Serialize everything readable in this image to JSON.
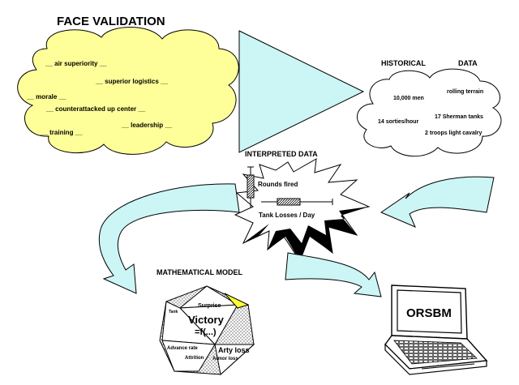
{
  "face_validation": {
    "title": "FACE  VALIDATION",
    "cloud_items": [
      "__ air superiority __",
      "__ superior logistics __",
      "__ morale __",
      "__ counterattacked up center __",
      "__ leadership __",
      "__ training __"
    ]
  },
  "historical_data": {
    "title_left": "HISTORICAL",
    "title_right": "DATA",
    "items": [
      "rolling terrain",
      "10,000 men",
      "14 sorties/hour",
      "17 Sherman tanks",
      "2 troops light cavalry"
    ]
  },
  "interpreted_data": {
    "title": "INTERPRETED   DATA",
    "labels": [
      "Rounds fired",
      "Tank Losses / Day"
    ]
  },
  "mathematical_model": {
    "title": "MATHEMATICAL MODEL",
    "formula_top": "Victory",
    "formula_bottom": "=f(...)",
    "facets": [
      "Surprise",
      "Arty loss",
      "Advance rate",
      "Attrition",
      "Armor loss",
      "Tank"
    ]
  },
  "computer": {
    "screen_text": "ORSBM"
  },
  "colors": {
    "cloud_yellow": "#ffff99",
    "arrow_cyan": "#ccf5f5",
    "facet_yellow": "#ffff33"
  }
}
